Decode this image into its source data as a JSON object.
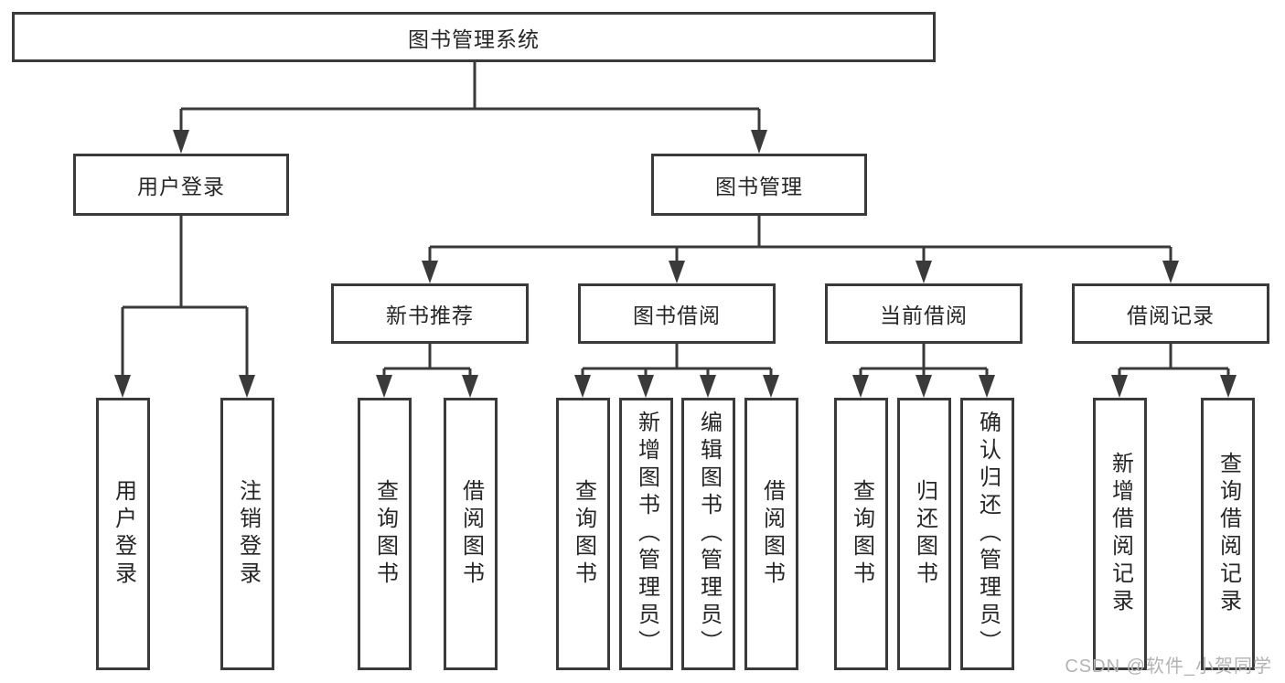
{
  "tree": {
    "label": "图书管理系统",
    "children": [
      {
        "label": "用户登录",
        "children": [
          {
            "label": "用户登录"
          },
          {
            "label": "注销登录"
          }
        ]
      },
      {
        "label": "图书管理",
        "children": [
          {
            "label": "新书推荐",
            "children": [
              {
                "label": "查询图书"
              },
              {
                "label": "借阅图书"
              }
            ]
          },
          {
            "label": "图书借阅",
            "children": [
              {
                "label": "查询图书"
              },
              {
                "label": "新增图书（管理员）"
              },
              {
                "label": "编辑图书（管理员）"
              },
              {
                "label": "借阅图书"
              }
            ]
          },
          {
            "label": "当前借阅",
            "children": [
              {
                "label": "查询图书"
              },
              {
                "label": "归还图书"
              },
              {
                "label": "确认归还（管理员）"
              }
            ]
          },
          {
            "label": "借阅记录",
            "children": [
              {
                "label": "新增借阅记录"
              },
              {
                "label": "查询借阅记录"
              }
            ]
          }
        ]
      }
    ]
  },
  "watermark": {
    "text": "CSDN @软件_小贺同学"
  },
  "colors": {
    "line": "#3a3a3a",
    "text": "#262626",
    "watermark": "#b3b3b3",
    "background": "#ffffff"
  }
}
